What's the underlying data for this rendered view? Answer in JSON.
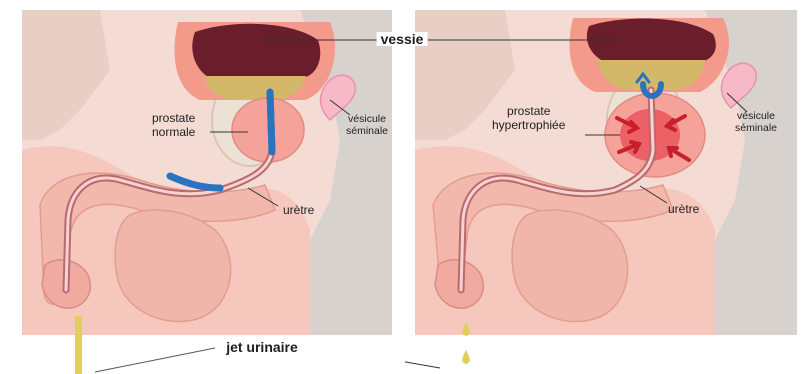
{
  "labels": {
    "bladder": "vessie",
    "normal_prostate_line1": "prostate",
    "normal_prostate_line2": "normale",
    "hyper_prostate_line1": "prostate",
    "hyper_prostate_line2": "hypertrophiée",
    "seminal_line1": "vésicule",
    "seminal_line2": "séminale",
    "urethra": "urètre",
    "urine_stream": "jet urinaire"
  },
  "colors": {
    "background": "#ffffff",
    "panel": "#f4dcd4",
    "skin": "#f6c7bc",
    "body_shadow": "#eab3a8",
    "tissue_grey": "#d8d2cf",
    "bone": "#ebe1d5",
    "bladder_wall": "#f39a8b",
    "bladder_inner": "#6a1e2c",
    "urine": "#d4b86a",
    "prostate": "#f5a39a",
    "inflamed": "#e32b3a",
    "urethra_blue": "#2a73c0",
    "urine_stream": "#e1cf5a"
  }
}
